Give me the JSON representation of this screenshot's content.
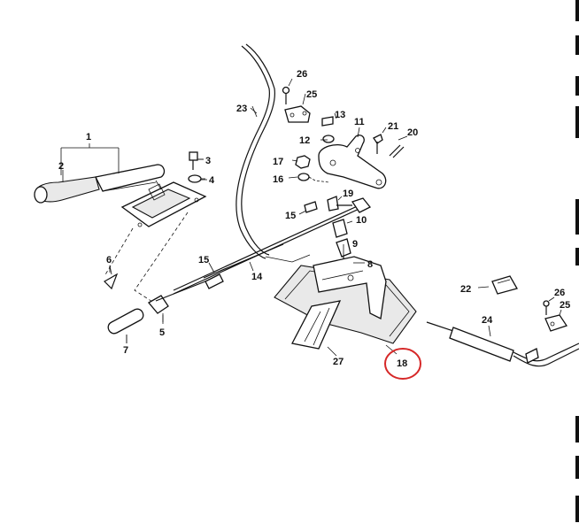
{
  "diagram": {
    "callouts": {
      "c1": "1",
      "c2": "2",
      "c3": "3",
      "c4": "4",
      "c5": "5",
      "c6": "6",
      "c7": "7",
      "c8": "8",
      "c9": "9",
      "c10": "10",
      "c11": "11",
      "c12": "12",
      "c13": "13",
      "c14": "14",
      "c15a": "15",
      "c15b": "15",
      "c16": "16",
      "c17": "17",
      "c18": "18",
      "c19": "19",
      "c20": "20",
      "c21": "21",
      "c22": "22",
      "c23": "23",
      "c24": "24",
      "c25a": "25",
      "c25b": "25",
      "c26a": "26",
      "c26b": "26",
      "c27": "27"
    },
    "highlight": {
      "part": "18",
      "color": "#d62828"
    },
    "ink_color": "#111111"
  }
}
